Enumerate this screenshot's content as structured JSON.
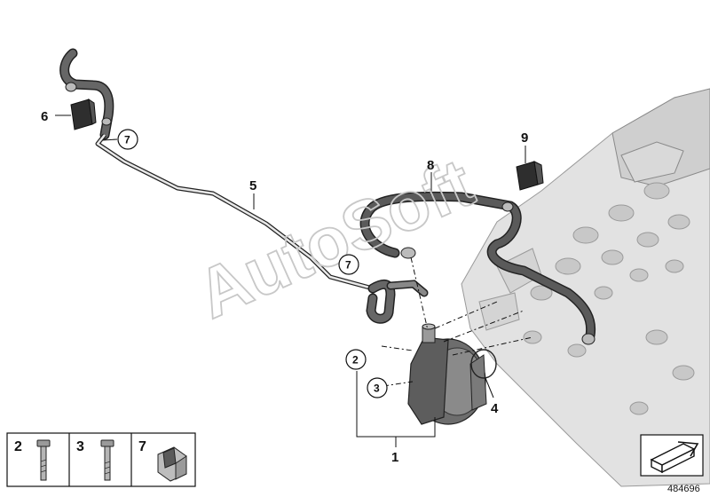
{
  "callouts": {
    "c1": "1",
    "c2": "2",
    "c3": "3",
    "c4": "4",
    "c5": "5",
    "c6": "6",
    "c7a": "7",
    "c7b": "7",
    "c8": "8",
    "c9": "9"
  },
  "legend": {
    "items": [
      {
        "num": "2",
        "icon": "bolt-icon"
      },
      {
        "num": "3",
        "icon": "bolt-icon"
      },
      {
        "num": "7",
        "icon": "clip-icon"
      }
    ]
  },
  "watermark": "AutoSoft",
  "reference_number": "484696",
  "colors": {
    "hose": "#5a5a5a",
    "engine": "#d2d2d2",
    "outline": "#222222"
  }
}
